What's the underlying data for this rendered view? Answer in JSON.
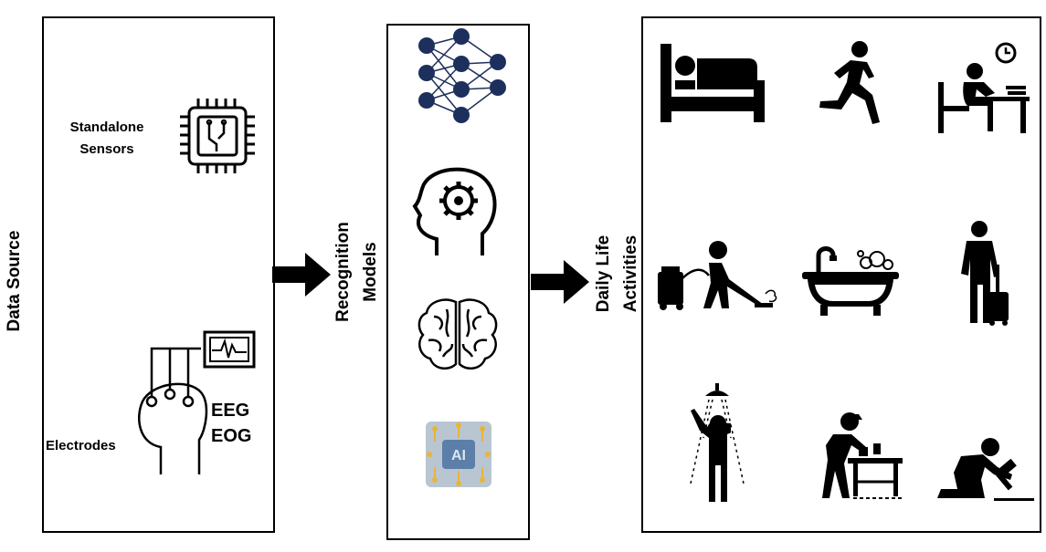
{
  "left_panel": {
    "title": "Data Source",
    "standalone_label": [
      "Standalone",
      "Sensors"
    ],
    "electrodes_label": "Electrodes",
    "signal_labels": [
      "EEG",
      "EOG"
    ]
  },
  "middle_panel": {
    "title": [
      "Recognition",
      "Models"
    ],
    "icons": [
      "neural-network-icon",
      "head-gear-brain-icon",
      "brain-icon",
      "ai-chip-icon"
    ]
  },
  "right_panel": {
    "title": [
      "Daily Life",
      "Activities"
    ],
    "icons": [
      "sleeping-icon",
      "running-icon",
      "studying-icon",
      "vacuuming-icon",
      "bathtub-icon",
      "traveling-with-luggage-icon",
      "showering-icon",
      "carpentry-icon",
      "hammering-icon"
    ]
  },
  "colors": {
    "network": "#1d2f5c",
    "chip_bg": "#b9c6d2",
    "chip_core": "#5b7fa8",
    "chip_dots": "#e8b43a"
  }
}
